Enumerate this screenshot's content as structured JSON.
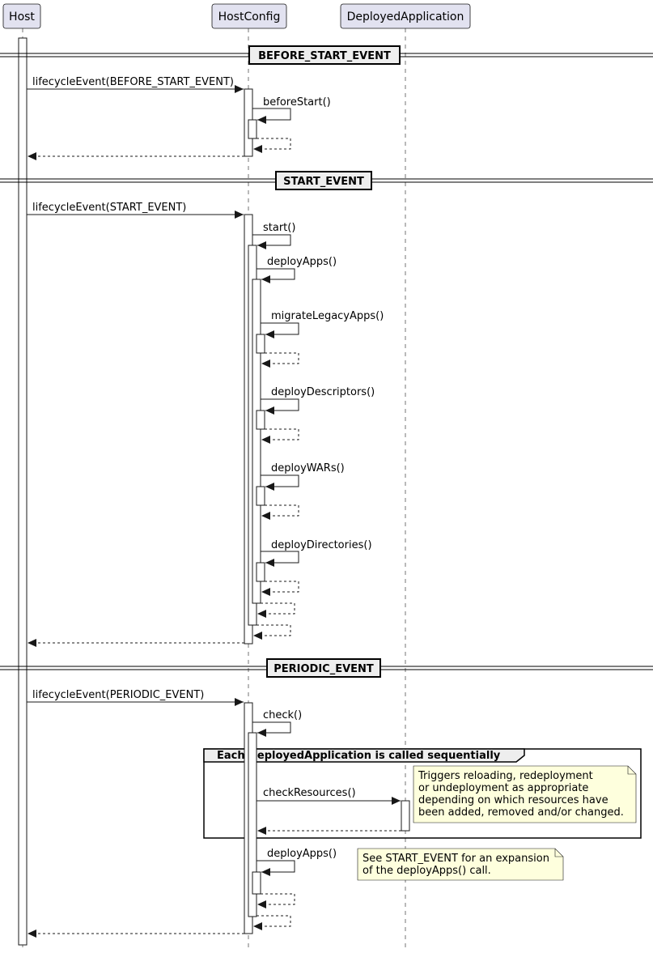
{
  "participants": {
    "host": "Host",
    "hostconfig": "HostConfig",
    "deployed": "DeployedApplication"
  },
  "separators": {
    "before_start": "BEFORE_START_EVENT",
    "start": "START_EVENT",
    "periodic": "PERIODIC_EVENT"
  },
  "messages": {
    "lifecycle_before_start": "lifecycleEvent(BEFORE_START_EVENT)",
    "before_start": "beforeStart()",
    "lifecycle_start": "lifecycleEvent(START_EVENT)",
    "start": "start()",
    "deploy_apps": "deployApps()",
    "migrate_legacy_apps": "migrateLegacyApps()",
    "deploy_descriptors": "deployDescriptors()",
    "deploy_wars": "deployWARs()",
    "deploy_directories": "deployDirectories()",
    "lifecycle_periodic": "lifecycleEvent(PERIODIC_EVENT)",
    "check": "check()",
    "check_resources": "checkResources()",
    "deploy_apps_periodic": "deployApps()"
  },
  "group": {
    "label": "Each DeployedApplication is called sequentially"
  },
  "notes": {
    "check_resources": [
      "Triggers reloading, redeployment",
      "or undeployment as appropriate",
      "depending on which resources have",
      "been added, removed and/or changed."
    ],
    "deploy_apps": [
      "See START_EVENT for an expansion",
      "of the deployApps() call."
    ]
  },
  "colors": {
    "participant_fill": "#E2E2F0",
    "participant_border": "#181818",
    "note_fill": "#FEFFDD",
    "separator_fill": "#EEEEEE",
    "group_header_fill": "#EEEEEE"
  }
}
